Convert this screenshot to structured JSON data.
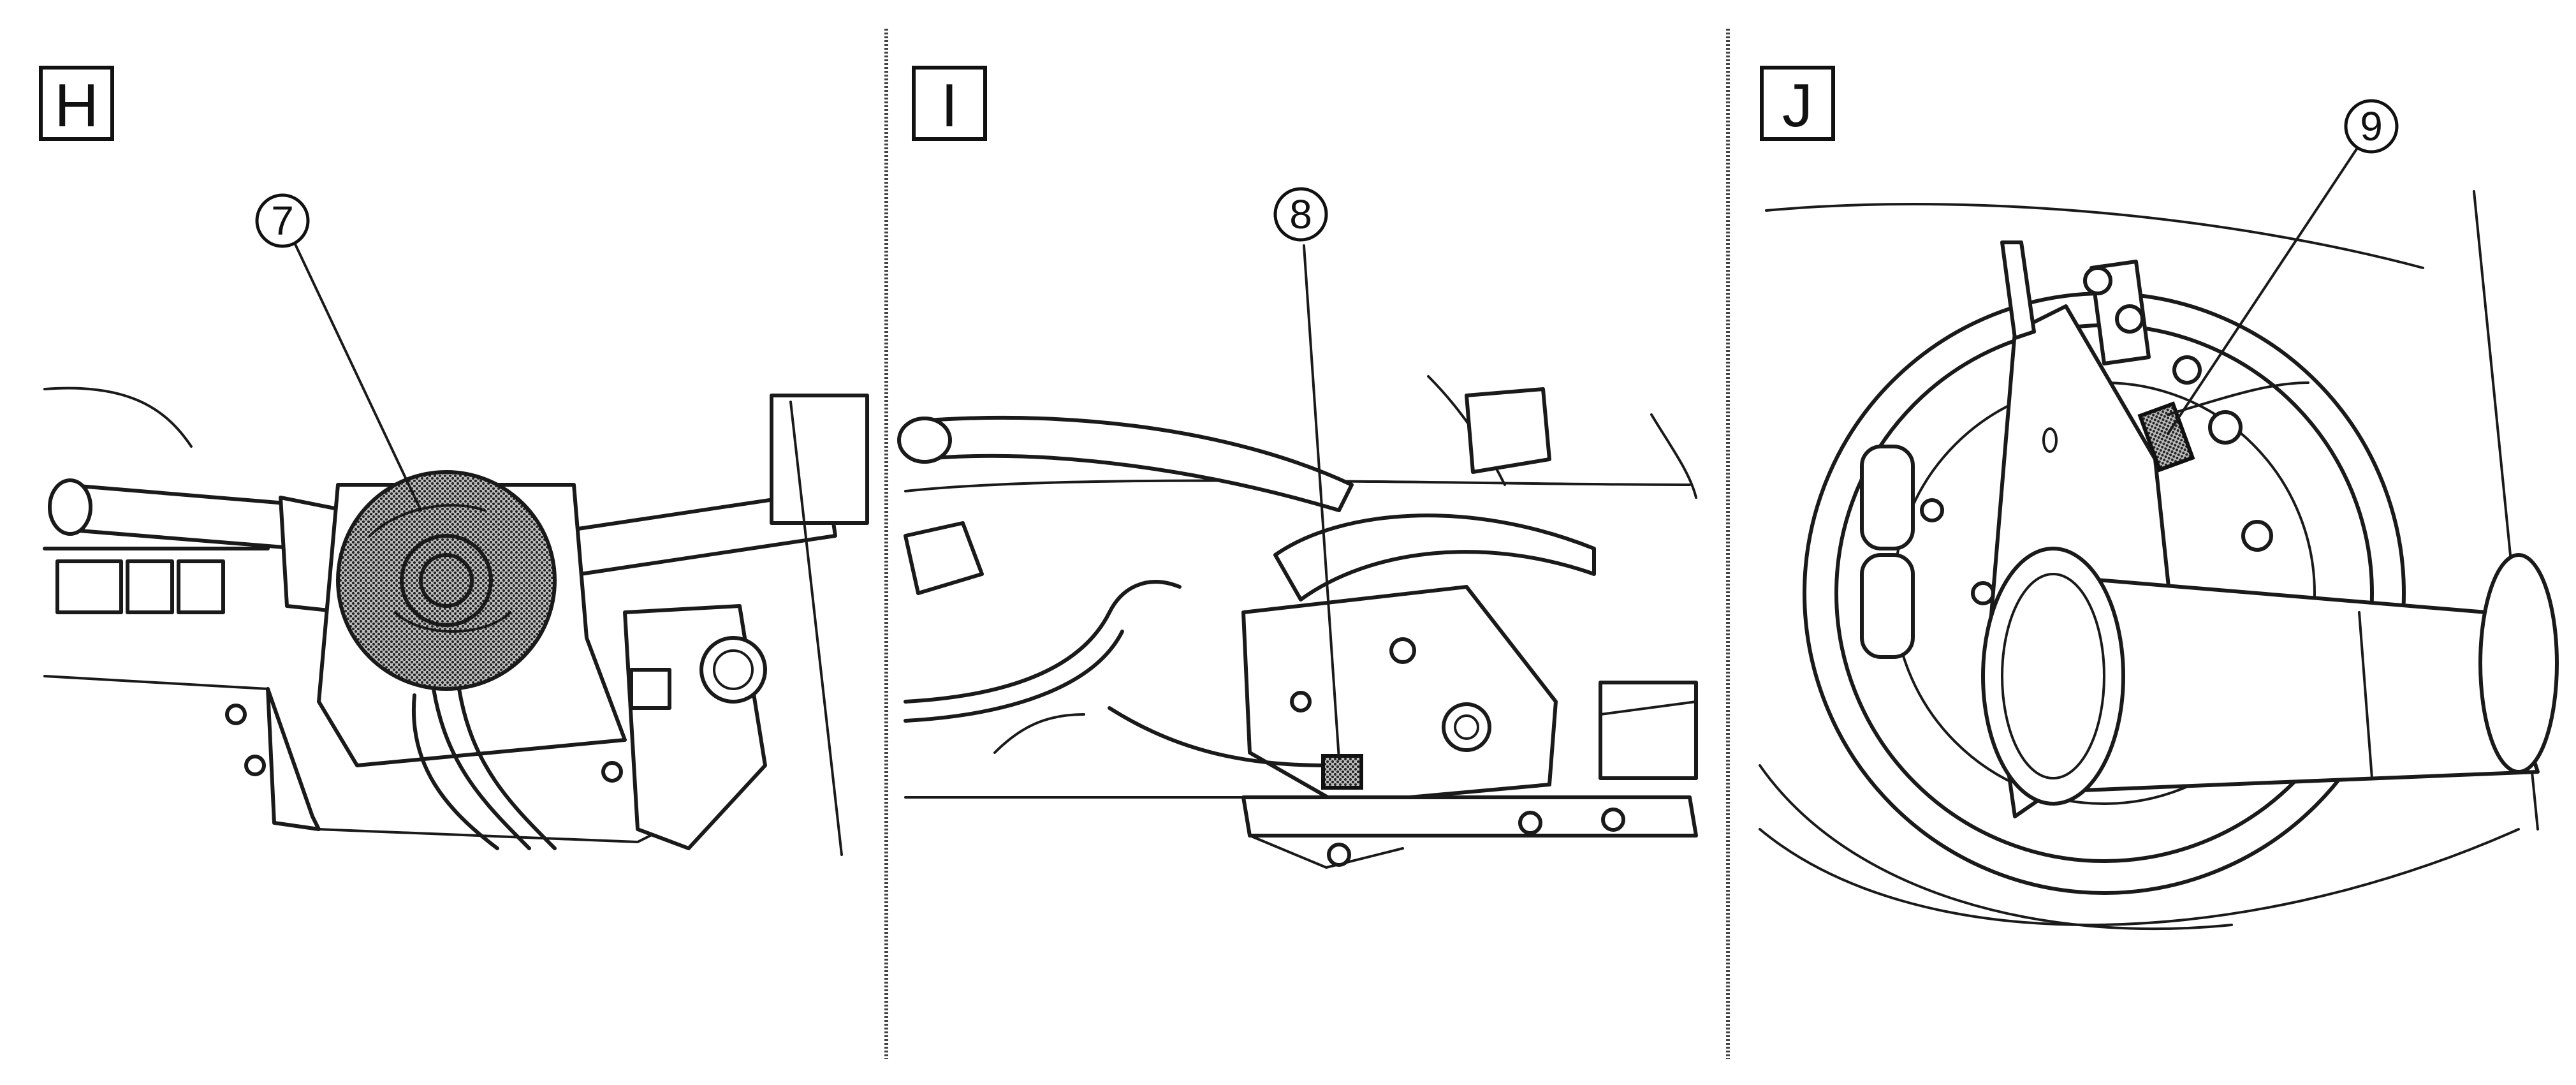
{
  "panels": [
    {
      "letter": "H",
      "callout": "7"
    },
    {
      "letter": "I",
      "callout": "8"
    },
    {
      "letter": "J",
      "callout": "9"
    }
  ],
  "colors": {
    "ink": "#1a1a1a",
    "stipple": "#8a8a8a",
    "background": "#ffffff"
  }
}
